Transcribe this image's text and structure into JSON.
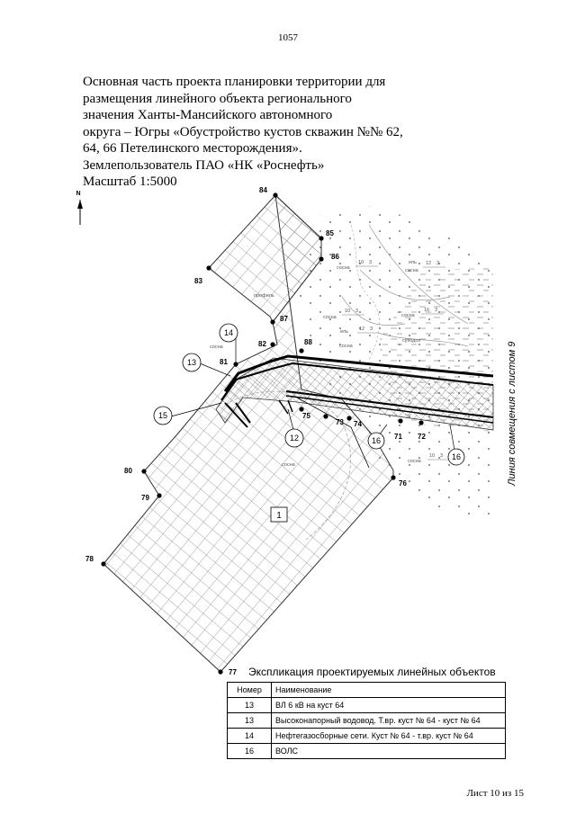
{
  "page_number": "1057",
  "title_lines": [
    "Основная часть проекта планировки территории для",
    "размещения линейного объекта регионального",
    "значения Ханты-Мансийского автономного",
    "округа – Югры «Обустройство кустов скважин №№ 62,",
    "64, 66 Петелинского месторождения».",
    "Землепользователь ПАО «НК «Роснефть»",
    "Масштаб 1:5000"
  ],
  "map": {
    "north_label": "N",
    "boundary_points": [
      "84",
      "85",
      "86",
      "83",
      "87",
      "82",
      "88",
      "81",
      "75",
      "73",
      "74",
      "71",
      "72",
      "76",
      "80",
      "79",
      "78",
      "77"
    ],
    "callouts": [
      "14",
      "13",
      "15",
      "12",
      "16",
      "16"
    ],
    "zone_label": "1",
    "side_note": "Линия совмещения с листом 9",
    "forest_labels": [
      "сосна",
      "сосна",
      "сосна",
      "сосна",
      "сосна",
      "сосна",
      "сосна",
      "сосна"
    ],
    "fraction_labels": [
      "10",
      "3",
      "12",
      "3",
      "10",
      "3",
      "16",
      "3",
      "12",
      "3",
      "10",
      "3"
    ],
    "misc_labels": [
      "суходол",
      "профиль",
      "ель",
      "ель"
    ]
  },
  "explication": {
    "title": "Экспликация проектируемых линейных объектов",
    "headers": [
      "Номер",
      "Наименование"
    ],
    "rows": [
      {
        "num": "13",
        "name": "ВЛ 6 кВ на куст 64"
      },
      {
        "num": "13",
        "name": "Высоконапорный водовод. Т.вр. куст № 64 - куст № 64"
      },
      {
        "num": "14",
        "name": "Нефтегазосборные сети. Куст № 64 - т.вр. куст № 64"
      },
      {
        "num": "16",
        "name": "ВОЛС"
      }
    ]
  },
  "footer": "Лист 10 из 15"
}
